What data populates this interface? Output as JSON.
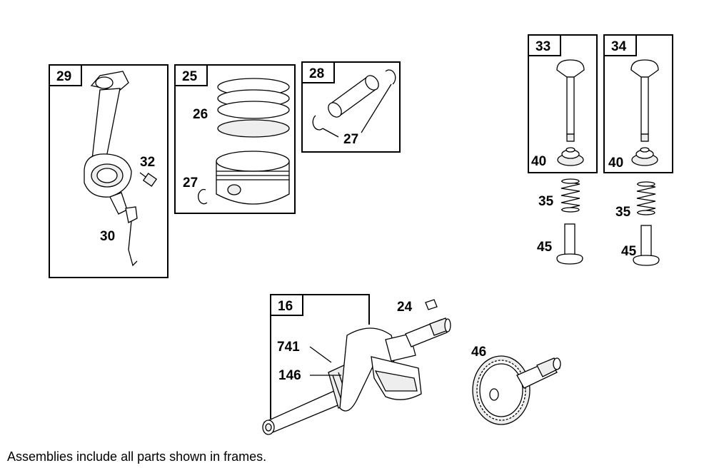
{
  "frames": {
    "f29": "29",
    "f25": "25",
    "f28": "28",
    "f33": "33",
    "f34": "34",
    "f16": "16"
  },
  "callouts": {
    "c32": "32",
    "c30": "30",
    "c26": "26",
    "c27a": "27",
    "c27b": "27",
    "c40a": "40",
    "c40b": "40",
    "c35a": "35",
    "c35b": "35",
    "c45a": "45",
    "c45b": "45",
    "c24": "24",
    "c741": "741",
    "c146": "146",
    "c46": "46"
  },
  "footnote": "Assemblies include all parts shown in frames."
}
